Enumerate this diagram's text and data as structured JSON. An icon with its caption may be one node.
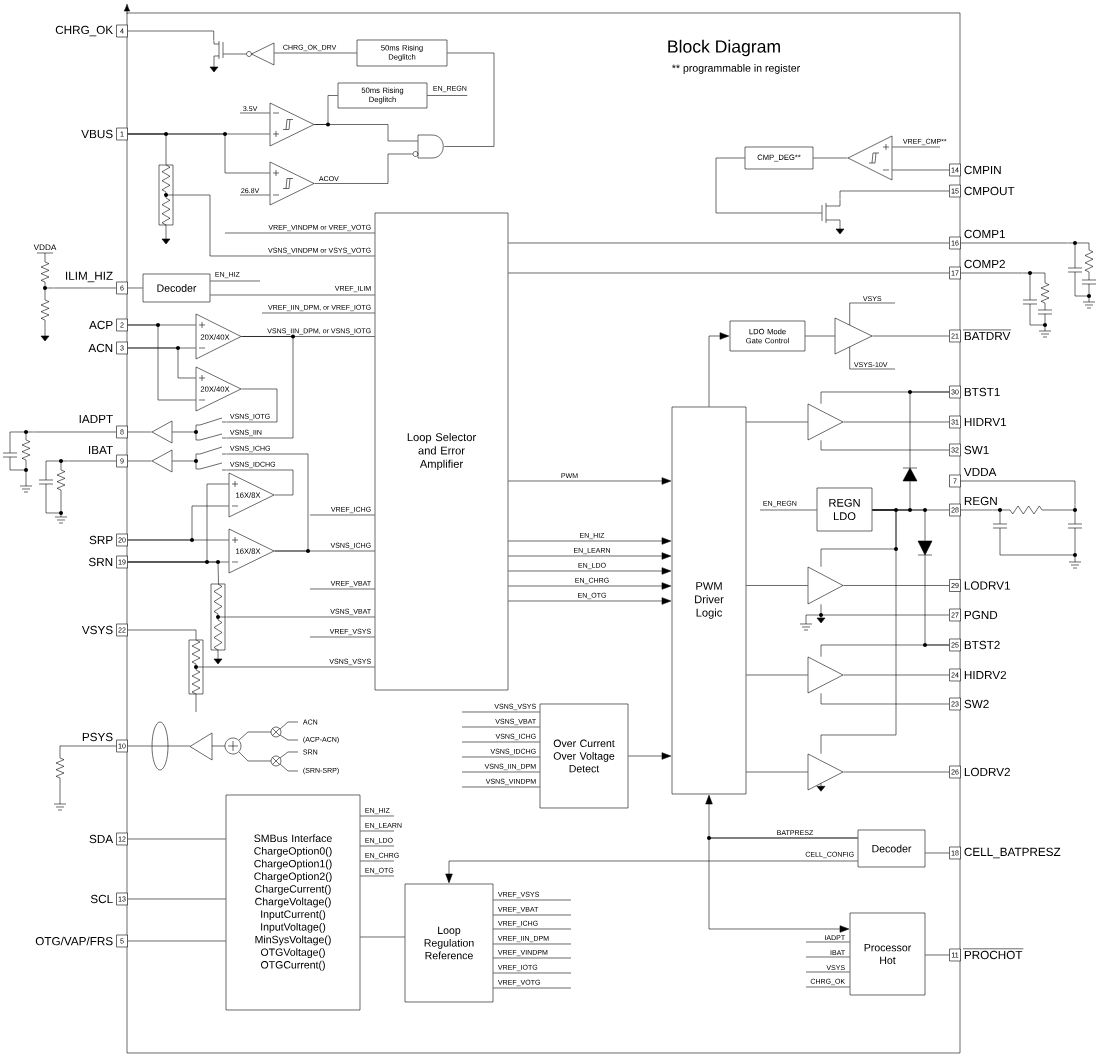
{
  "diagram": {
    "title": "Block Diagram",
    "caption": "** programmable in register",
    "nodes": [
      {
        "text": [
          "50ms Rising Deglitch"
        ]
      },
      {
        "text": [
          "50ms Rising Deglitch"
        ]
      },
      {
        "text": [
          "Decoder"
        ]
      },
      {
        "text": [
          "Loop Selector and Error Amplifier"
        ]
      },
      {
        "text": [
          "CMP_DEG**"
        ]
      },
      {
        "text": [
          "LDO Mode Gate Control"
        ]
      },
      {
        "text": [
          "PWM Driver Logic"
        ]
      },
      {
        "text": [
          "REGN LDO"
        ]
      },
      {
        "text": [
          "Over Current Over Voltage Detect"
        ]
      },
      {
        "text": [
          "SMBus Interface",
          "ChargeOption0()",
          "ChargeOption1()",
          "ChargeOption2()",
          "ChargeCurrent()",
          "ChargeVoltage()",
          "InputCurrent()",
          "InputVoltage()",
          "MinSysVoltage()",
          "OTGVoltage()",
          "OTGCurrent()"
        ]
      },
      {
        "text": [
          "Loop Regulation Reference"
        ]
      },
      {
        "text": [
          "Decoder"
        ]
      },
      {
        "text": [
          "Processor Hot"
        ]
      },
      {
        "text": [
          "4"
        ],
        "beside": [
          "CHRG_OK"
        ]
      },
      {
        "text": [
          "1"
        ],
        "beside": [
          "VBUS"
        ]
      },
      {
        "text": [
          "6"
        ],
        "beside": [
          "ILIM_HIZ"
        ]
      },
      {
        "text": [
          "2"
        ],
        "beside": [
          "ACP"
        ]
      },
      {
        "text": [
          "3"
        ],
        "beside": [
          "ACN"
        ]
      },
      {
        "text": [
          "8"
        ],
        "beside": [
          "IADPT"
        ]
      },
      {
        "text": [
          "9"
        ],
        "beside": [
          "IBAT"
        ]
      },
      {
        "text": [
          "20"
        ],
        "beside": [
          "SRP"
        ]
      },
      {
        "text": [
          "19"
        ],
        "beside": [
          "SRN"
        ]
      },
      {
        "text": [
          "22"
        ],
        "beside": [
          "VSYS"
        ]
      },
      {
        "text": [
          "10"
        ],
        "beside": [
          "PSYS"
        ]
      },
      {
        "text": [
          "12"
        ],
        "beside": [
          "SDA"
        ]
      },
      {
        "text": [
          "13"
        ],
        "beside": [
          "SCL"
        ]
      },
      {
        "text": [
          "5"
        ],
        "beside": [
          "OTG/VAP/FRS"
        ]
      },
      {
        "text": [
          "14"
        ],
        "beside": [
          "CMPIN"
        ]
      },
      {
        "text": [
          "15"
        ],
        "beside": [
          "CMPOUT"
        ]
      },
      {
        "text": [
          "16"
        ],
        "beside": [
          "COMP1"
        ]
      },
      {
        "text": [
          "17"
        ],
        "beside": [
          "COMP2"
        ]
      },
      {
        "text": [
          "21"
        ],
        "beside": [
          "BATDRV"
        ]
      },
      {
        "text": [
          "30"
        ],
        "beside": [
          "BTST1"
        ]
      },
      {
        "text": [
          "31"
        ],
        "beside": [
          "HIDRV1"
        ]
      },
      {
        "text": [
          "32"
        ],
        "beside": [
          "SW1"
        ]
      },
      {
        "text": [
          "7"
        ],
        "beside": [
          "VDDA"
        ]
      },
      {
        "text": [
          "28"
        ],
        "beside": [
          "REGN"
        ]
      },
      {
        "text": [
          "29"
        ],
        "beside": [
          "LODRV1"
        ]
      },
      {
        "text": [
          "27"
        ],
        "beside": [
          "PGND"
        ]
      },
      {
        "text": [
          "25"
        ],
        "beside": [
          "BTST2"
        ]
      },
      {
        "text": [
          "24"
        ],
        "beside": [
          "HIDRV2"
        ]
      },
      {
        "text": [
          "23"
        ],
        "beside": [
          "SW2"
        ]
      },
      {
        "text": [
          "26"
        ],
        "beside": [
          "LODRV2"
        ]
      },
      {
        "text": [
          "18"
        ],
        "beside": [
          "CELL_BATPRESZ"
        ]
      },
      {
        "text": [
          "11"
        ],
        "beside": [
          "PROCHOT"
        ]
      },
      {
        "text": [],
        "shape": "triangle"
      },
      {
        "text": [],
        "shape": "transistor"
      },
      {
        "text": [],
        "shape": "triangle"
      },
      {
        "text": [],
        "shape": "triangle"
      },
      {
        "text": [],
        "shape": "gate"
      },
      {
        "text": [],
        "shape": "resistor"
      },
      {
        "text": [],
        "shape": "resistor",
        "beside": [
          "VDDA"
        ]
      },
      {
        "text": [
          "20X/40X"
        ]
      },
      {
        "text": [
          "20X/40X"
        ]
      },
      {
        "text": [],
        "shape": "triangle"
      },
      {
        "text": [],
        "shape": "triangle"
      },
      {
        "text": [
          "16X/8X"
        ]
      },
      {
        "text": [
          "16X/8X"
        ]
      },
      {
        "text": [],
        "shape": "resistor"
      },
      {
        "text": [],
        "shape": "resistor"
      },
      {
        "text": [],
        "shape": "resistor"
      },
      {
        "text": [],
        "shape": "resistor"
      },
      {
        "text": [],
        "shape": "resistor"
      },
      {
        "text": [],
        "shape": "picture",
        "beside": [
          "ACN",
          "(ACP-ACN)",
          "SRN",
          "(SRN-SRP)"
        ]
      },
      {
        "text": [],
        "shape": "triangle"
      },
      {
        "text": [],
        "shape": "transistor"
      },
      {
        "text": [],
        "shape": "resistor"
      },
      {
        "text": [],
        "shape": "resistor"
      },
      {
        "text": [],
        "shape": "triangle"
      },
      {
        "text": [],
        "shape": "triangle"
      },
      {
        "text": [],
        "shape": "triangle"
      },
      {
        "text": [],
        "shape": "triangle"
      },
      {
        "text": [],
        "shape": "triangle"
      },
      {
        "text": [],
        "shape": "diode"
      },
      {
        "text": [],
        "shape": "diode"
      },
      {
        "text": [],
        "shape": "resistor"
      },
      {
        "text": [],
        "shape": "switch",
        "beside": [
          "VSNS_IOTG",
          "VSNS_IIN"
        ]
      },
      {
        "text": [],
        "shape": "switch",
        "beside": [
          "VSNS_ICHG",
          "VSNS_IDCHG"
        ]
      },
      {
        "text": [],
        "shape": "circle"
      },
      {
        "text": [],
        "shape": "circle"
      }
    ],
    "edges": [
      {
        "from": 3,
        "to": 6,
        "arrow": "to",
        "label": "PWM"
      },
      {
        "from": 3,
        "to": 6,
        "arrow": "to",
        "label": "EN_HIZ"
      },
      {
        "from": 3,
        "to": 6,
        "arrow": "to",
        "label": "EN_LEARN"
      },
      {
        "from": 3,
        "to": 6,
        "arrow": "to",
        "label": "EN_LDO"
      },
      {
        "from": 3,
        "to": 6,
        "arrow": "to",
        "label": "EN_CHRG"
      },
      {
        "from": 3,
        "to": 6,
        "arrow": "to",
        "label": "EN_OTG"
      },
      {
        "from": 8,
        "to": 6,
        "arrow": "to"
      },
      {
        "from": 6,
        "to": 5,
        "arrow": "to"
      },
      {
        "from": 11,
        "to": 6,
        "arrow": "to",
        "label": "BATPRESZ"
      },
      {
        "from": 11,
        "to": 12,
        "arrow": "to"
      },
      {
        "from": 11,
        "to": 10,
        "arrow": "to",
        "label": "CELL_CONFIG"
      },
      {
        "from": 15,
        "to": 2,
        "arrow": "none"
      },
      {
        "from": 2,
        "to": 3,
        "arrow": "none",
        "label": "VREF_ILIM"
      },
      {
        "from": 2,
        "to": null,
        "arrow": "none",
        "label": "EN_HIZ"
      },
      {
        "from": 3,
        "to": 29,
        "arrow": "none"
      },
      {
        "from": 3,
        "to": 30,
        "arrow": "none"
      },
      {
        "from": 24,
        "to": 9,
        "arrow": "none"
      },
      {
        "from": 25,
        "to": 9,
        "arrow": "none"
      },
      {
        "from": 26,
        "to": 9,
        "arrow": "none"
      },
      {
        "from": 9,
        "to": 10,
        "arrow": "none"
      },
      {
        "from": 11,
        "to": 43,
        "arrow": "none"
      },
      {
        "from": 12,
        "to": 44,
        "arrow": "none"
      },
      {
        "from": 7,
        "to": 36,
        "arrow": "none"
      },
      {
        "from": null,
        "to": 7,
        "arrow": "none",
        "label": "EN_REGN"
      },
      {
        "from": 1,
        "to": null,
        "arrow": "none",
        "label": "EN_REGN"
      },
      {
        "from": null,
        "to": 3,
        "arrow": "none",
        "label": "VREF_VINDPM or VREF_VOTG"
      },
      {
        "from": 50,
        "to": 3,
        "arrow": "none",
        "label": "VSNS_VINDPM or VSYS_VOTG"
      },
      {
        "from": null,
        "to": 3,
        "arrow": "none",
        "label": "VREF_IIN_DPM, or VREF_IOTG"
      },
      {
        "from": 52,
        "to": 3,
        "arrow": "none",
        "label": "VSNS_IIN_DPM, or VSNS_IOTG"
      },
      {
        "from": null,
        "to": 3,
        "arrow": "none",
        "label": "VREF_ICHG"
      },
      {
        "from": 57,
        "to": 3,
        "arrow": "none",
        "label": "VSNS_ICHG"
      },
      {
        "from": null,
        "to": 3,
        "arrow": "none",
        "label": "VREF_VBAT"
      },
      {
        "from": 58,
        "to": 3,
        "arrow": "none",
        "label": "VSNS_VBAT"
      },
      {
        "from": null,
        "to": 3,
        "arrow": "none",
        "label": "VREF_VSYS"
      },
      {
        "from": 59,
        "to": 3,
        "arrow": "none",
        "label": "VSNS_VSYS"
      },
      {
        "from": null,
        "to": 8,
        "arrow": "none",
        "label": "VSNS_VSYS"
      },
      {
        "from": null,
        "to": 8,
        "arrow": "none",
        "label": "VSNS_VBAT"
      },
      {
        "from": null,
        "to": 8,
        "arrow": "none",
        "label": "VSNS_ICHG"
      },
      {
        "from": null,
        "to": 8,
        "arrow": "none",
        "label": "VSNS_IDCHG"
      },
      {
        "from": null,
        "to": 8,
        "arrow": "none",
        "label": "VSNS_IIN_DPM"
      },
      {
        "from": null,
        "to": 8,
        "arrow": "none",
        "label": "VSNS_VINDPM"
      },
      {
        "from": 9,
        "to": null,
        "arrow": "none",
        "label": "EN_HIZ"
      },
      {
        "from": 9,
        "to": null,
        "arrow": "none",
        "label": "EN_LEARN"
      },
      {
        "from": 9,
        "to": null,
        "arrow": "none",
        "label": "EN_LDO"
      },
      {
        "from": 9,
        "to": null,
        "arrow": "none",
        "label": "EN_CHRG"
      },
      {
        "from": 9,
        "to": null,
        "arrow": "none",
        "label": "EN_OTG"
      },
      {
        "from": 10,
        "to": null,
        "arrow": "none",
        "label": "VREF_VSYS"
      },
      {
        "from": 10,
        "to": null,
        "arrow": "none",
        "label": "VREF_VBAT"
      },
      {
        "from": 10,
        "to": null,
        "arrow": "none",
        "label": "VREF_ICHG"
      },
      {
        "from": 10,
        "to": null,
        "arrow": "none",
        "label": "VREF_IIN_DPM"
      },
      {
        "from": 10,
        "to": null,
        "arrow": "none",
        "label": "VREF_VINDPM"
      },
      {
        "from": 10,
        "to": null,
        "arrow": "none",
        "label": "VREF_IOTG"
      },
      {
        "from": 10,
        "to": null,
        "arrow": "none",
        "label": "VREF_VOTG"
      },
      {
        "from": null,
        "to": 12,
        "arrow": "none",
        "label": "IADPT"
      },
      {
        "from": null,
        "to": 12,
        "arrow": "none",
        "label": "IBAT"
      },
      {
        "from": null,
        "to": 12,
        "arrow": "none",
        "label": "VSYS"
      },
      {
        "from": null,
        "to": 12,
        "arrow": "none",
        "label": "CHRG_OK"
      },
      {
        "from": 13,
        "to": 46,
        "arrow": "none"
      },
      {
        "from": 0,
        "to": 45,
        "arrow": "none",
        "label": "CHRG_OK_DRV"
      },
      {
        "from": 78,
        "to": 46,
        "arrow": "none"
      },
      {
        "from": 49,
        "to": 0,
        "arrow": "none"
      },
      {
        "from": 47,
        "to": 1,
        "arrow": "none"
      },
      {
        "from": 47,
        "to": 49,
        "arrow": "none"
      },
      {
        "from": 48,
        "to": 79,
        "arrow": "none",
        "label": "ACOV"
      },
      {
        "from": null,
        "to": 47,
        "arrow": "none",
        "label": "3.5V"
      },
      {
        "from": null,
        "to": 48,
        "arrow": "none",
        "label": "26.8V"
      },
      {
        "from": 14,
        "to": 47,
        "arrow": "none"
      },
      {
        "from": 14,
        "to": 48,
        "arrow": "none"
      },
      {
        "from": 14,
        "to": 50,
        "arrow": "none"
      },
      {
        "from": 51,
        "to": 15,
        "arrow": "none"
      },
      {
        "from": 16,
        "to": 52,
        "arrow": "none"
      },
      {
        "from": 17,
        "to": 52,
        "arrow": "none"
      },
      {
        "from": 16,
        "to": 53,
        "arrow": "none"
      },
      {
        "from": 17,
        "to": 53,
        "arrow": "none"
      },
      {
        "from": 52,
        "to": 76,
        "arrow": "none"
      },
      {
        "from": 53,
        "to": 76,
        "arrow": "none"
      },
      {
        "from": 54,
        "to": 18,
        "arrow": "none"
      },
      {
        "from": 55,
        "to": 19,
        "arrow": "none"
      },
      {
        "from": 77,
        "to": 56,
        "arrow": "none"
      },
      {
        "from": 77,
        "to": 57,
        "arrow": "none"
      },
      {
        "from": 20,
        "to": 57,
        "arrow": "none"
      },
      {
        "from": 21,
        "to": 57,
        "arrow": "none"
      },
      {
        "from": 20,
        "to": 56,
        "arrow": "none"
      },
      {
        "from": 21,
        "to": 56,
        "arrow": "none"
      },
      {
        "from": 21,
        "to": 58,
        "arrow": "none"
      },
      {
        "from": 22,
        "to": 59,
        "arrow": "none"
      },
      {
        "from": 18,
        "to": 60,
        "arrow": "none"
      },
      {
        "from": 19,
        "to": 61,
        "arrow": "none"
      },
      {
        "from": 23,
        "to": 62,
        "arrow": "none"
      },
      {
        "from": 23,
        "to": 63,
        "arrow": "none"
      },
      {
        "from": null,
        "to": 64,
        "arrow": "none",
        "label": "VREF_CMP**"
      },
      {
        "from": 27,
        "to": 64,
        "arrow": "none"
      },
      {
        "from": 64,
        "to": 4,
        "arrow": "none"
      },
      {
        "from": 4,
        "to": 65,
        "arrow": "none"
      },
      {
        "from": 65,
        "to": 28,
        "arrow": "none"
      },
      {
        "from": 29,
        "to": 66,
        "arrow": "none"
      },
      {
        "from": 30,
        "to": 67,
        "arrow": "none"
      },
      {
        "from": 5,
        "to": 68,
        "arrow": "none"
      },
      {
        "from": 68,
        "to": 31,
        "arrow": "none"
      },
      {
        "from": 6,
        "to": 69,
        "arrow": "none"
      },
      {
        "from": 69,
        "to": 33,
        "arrow": "none"
      },
      {
        "from": 69,
        "to": 32,
        "arrow": "none"
      },
      {
        "from": 69,
        "to": 34,
        "arrow": "none"
      },
      {
        "from": 6,
        "to": 70,
        "arrow": "none"
      },
      {
        "from": 70,
        "to": 37,
        "arrow": "none"
      },
      {
        "from": 70,
        "to": 38,
        "arrow": "none"
      },
      {
        "from": 7,
        "to": 70,
        "arrow": "none"
      },
      {
        "from": 6,
        "to": 71,
        "arrow": "none"
      },
      {
        "from": 71,
        "to": 40,
        "arrow": "none"
      },
      {
        "from": 71,
        "to": 39,
        "arrow": "none"
      },
      {
        "from": 71,
        "to": 41,
        "arrow": "none"
      },
      {
        "from": 6,
        "to": 72,
        "arrow": "none"
      },
      {
        "from": 72,
        "to": 42,
        "arrow": "none"
      },
      {
        "from": 7,
        "to": 72,
        "arrow": "none"
      },
      {
        "from": 7,
        "to": 73,
        "arrow": "none"
      },
      {
        "from": 73,
        "to": 32,
        "arrow": "none"
      },
      {
        "from": 7,
        "to": 74,
        "arrow": "none"
      },
      {
        "from": 74,
        "to": 39,
        "arrow": "none"
      },
      {
        "from": 36,
        "to": 75,
        "arrow": "none"
      },
      {
        "from": 35,
        "to": 75,
        "arrow": "none"
      },
      {
        "from": 54,
        "to": 76,
        "arrow": "none"
      },
      {
        "from": 55,
        "to": 77,
        "arrow": "none"
      },
      {
        "from": 68,
        "to": null,
        "arrow": "none",
        "label": "VSYS"
      },
      {
        "from": 68,
        "to": null,
        "arrow": "none",
        "label": "VSYS-10V"
      }
    ]
  }
}
